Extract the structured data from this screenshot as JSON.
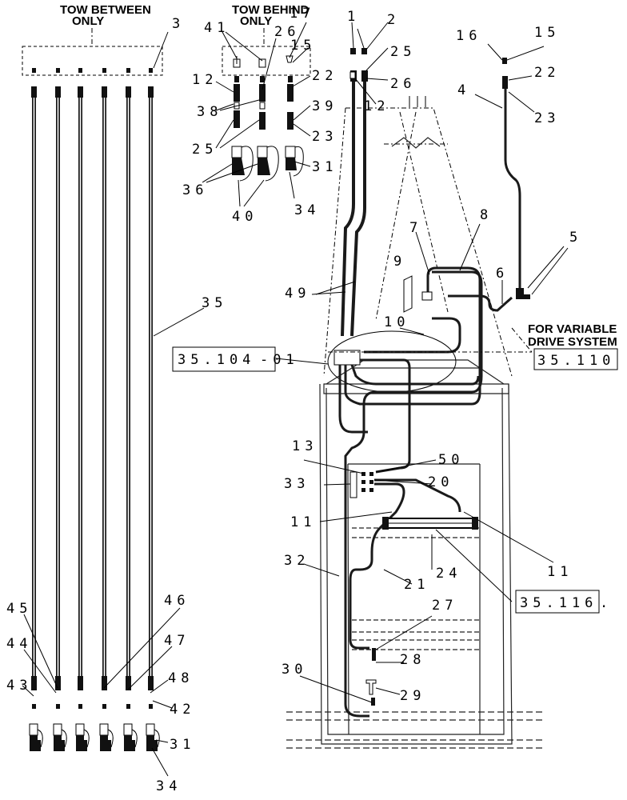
{
  "headers": {
    "tow_between_1": "TOW BETWEEN",
    "tow_between_2": "ONLY",
    "tow_behind_1": "TOW BEHIND",
    "tow_behind_2": "ONLY",
    "variable_1": "FOR VARIABLE",
    "variable_2": "DRIVE SYSTEM"
  },
  "labels": {
    "l1": "1",
    "l2": "2",
    "l3": "3",
    "l4": "4",
    "l5": "5",
    "l6": "6",
    "l7": "7",
    "l8": "8",
    "l9": "9",
    "l10": "10",
    "l11": "11",
    "l12": "12",
    "l13": "13",
    "l15": "15",
    "l16": "16",
    "l17": "17",
    "l20": "20",
    "l21": "21",
    "l22": "22",
    "l23": "23",
    "l24": "24",
    "l25": "25",
    "l26": "26",
    "l27": "27",
    "l28": "28",
    "l29": "29",
    "l30": "30",
    "l31": "31",
    "l32": "32",
    "l33": "33",
    "l34": "34",
    "l35": "35",
    "l36": "36",
    "l38": "38",
    "l39": "39",
    "l40": "40",
    "l41": "41",
    "l42": "42",
    "l43": "43",
    "l44": "44",
    "l45": "45",
    "l46": "46",
    "l47": "47",
    "l48": "48",
    "l49": "49",
    "l50": "50"
  },
  "refs": {
    "r1": "35.104",
    "r1_suffix": "-01",
    "r2": "35.110",
    "r3": "35.116",
    "r3_suffix": "."
  }
}
